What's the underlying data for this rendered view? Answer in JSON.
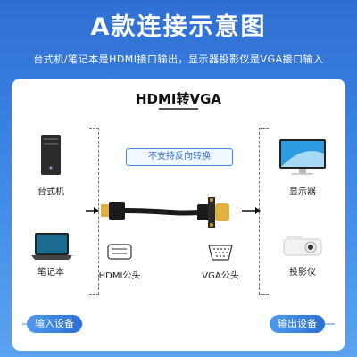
{
  "header": {
    "title": "A款连接示意图",
    "subtitle": "台式机/笔记本是HDMI接口输出，显示器投影仪是VGA接口输入"
  },
  "diagram": {
    "title": "HDMI转VGA",
    "note": "不支持反向转换",
    "inputs": [
      "台式机",
      "笔记本"
    ],
    "outputs": [
      "显示器",
      "投影仪"
    ],
    "connectors": [
      "HDMI公头",
      "VGA公头"
    ],
    "input_pill": "输入设备",
    "output_pill": "输出设备"
  },
  "colors": {
    "accent": "#2f6fd1",
    "gold": "#e0b040",
    "cable": "#1a1a1a"
  }
}
